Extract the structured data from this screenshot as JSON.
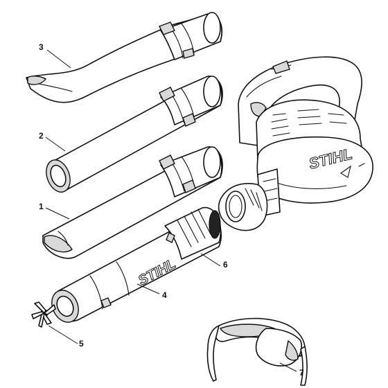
{
  "brand": "STIHL",
  "callouts": [
    {
      "id": "3",
      "label": "3"
    },
    {
      "id": "2",
      "label": "2"
    },
    {
      "id": "1",
      "label": "1"
    },
    {
      "id": "4",
      "label": "4"
    },
    {
      "id": "5",
      "label": "5"
    },
    {
      "id": "6",
      "label": "6"
    },
    {
      "id": "7",
      "label": "7"
    }
  ]
}
